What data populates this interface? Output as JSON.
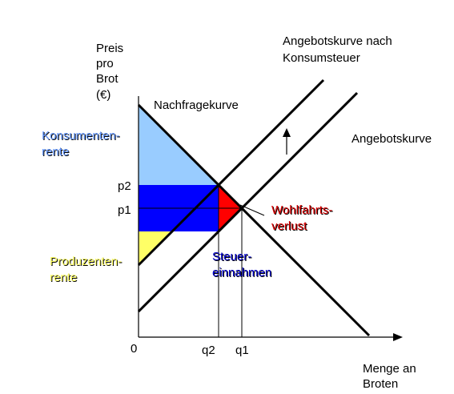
{
  "labels": {
    "y_axis": [
      "Preis",
      "pro",
      "Brot",
      "(€)"
    ],
    "x_axis": [
      "Menge an",
      "Broten"
    ],
    "demand": "Nachfragekurve",
    "supply": "Angebotskurve",
    "supply_tax": [
      "Angebotskurve nach",
      "Konsumsteuer"
    ],
    "consumer_surplus": [
      "Konsumenten-",
      "rente"
    ],
    "producer_surplus": [
      "Produzenten-",
      "rente"
    ],
    "tax_revenue": [
      "Steuer-",
      "einnahmen"
    ],
    "deadweight_loss": [
      "Wohlfahrts-",
      "verlust"
    ],
    "origin": "0",
    "p1": "p1",
    "p2": "p2",
    "q1": "q1",
    "q2": "q2"
  },
  "colors": {
    "consumer_surplus": "#99ccff",
    "producer_surplus": "#ffff66",
    "tax_revenue": "#0000ff",
    "deadweight_loss": "#ff0000",
    "label_consumer": "#6699ff",
    "label_producer": "#ffff66",
    "label_tax": "#0000cc",
    "label_loss": "#dd0000",
    "lines": "#000000"
  }
}
